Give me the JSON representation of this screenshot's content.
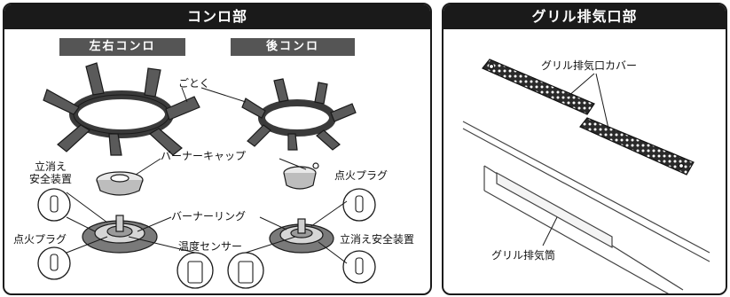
{
  "left_panel": {
    "title": "コンロ部",
    "tags": {
      "left_right": "左右コンロ",
      "rear": "後コンロ"
    },
    "labels": {
      "gotoku": "ごとく",
      "burner_cap": "バーナーキャップ",
      "safety_device_left": "立消え\n安全装置",
      "ignition_plug_right": "点火プラグ",
      "burner_ring": "バーナーリング",
      "ignition_plug_left": "点火プラグ",
      "temperature_sensor": "温度センサー",
      "safety_device_right": "立消え安全装置"
    }
  },
  "right_panel": {
    "title": "グリル排気口部",
    "labels": {
      "exhaust_cover": "グリル排気口カバー",
      "exhaust_pipe": "グリル排気筒"
    }
  }
}
